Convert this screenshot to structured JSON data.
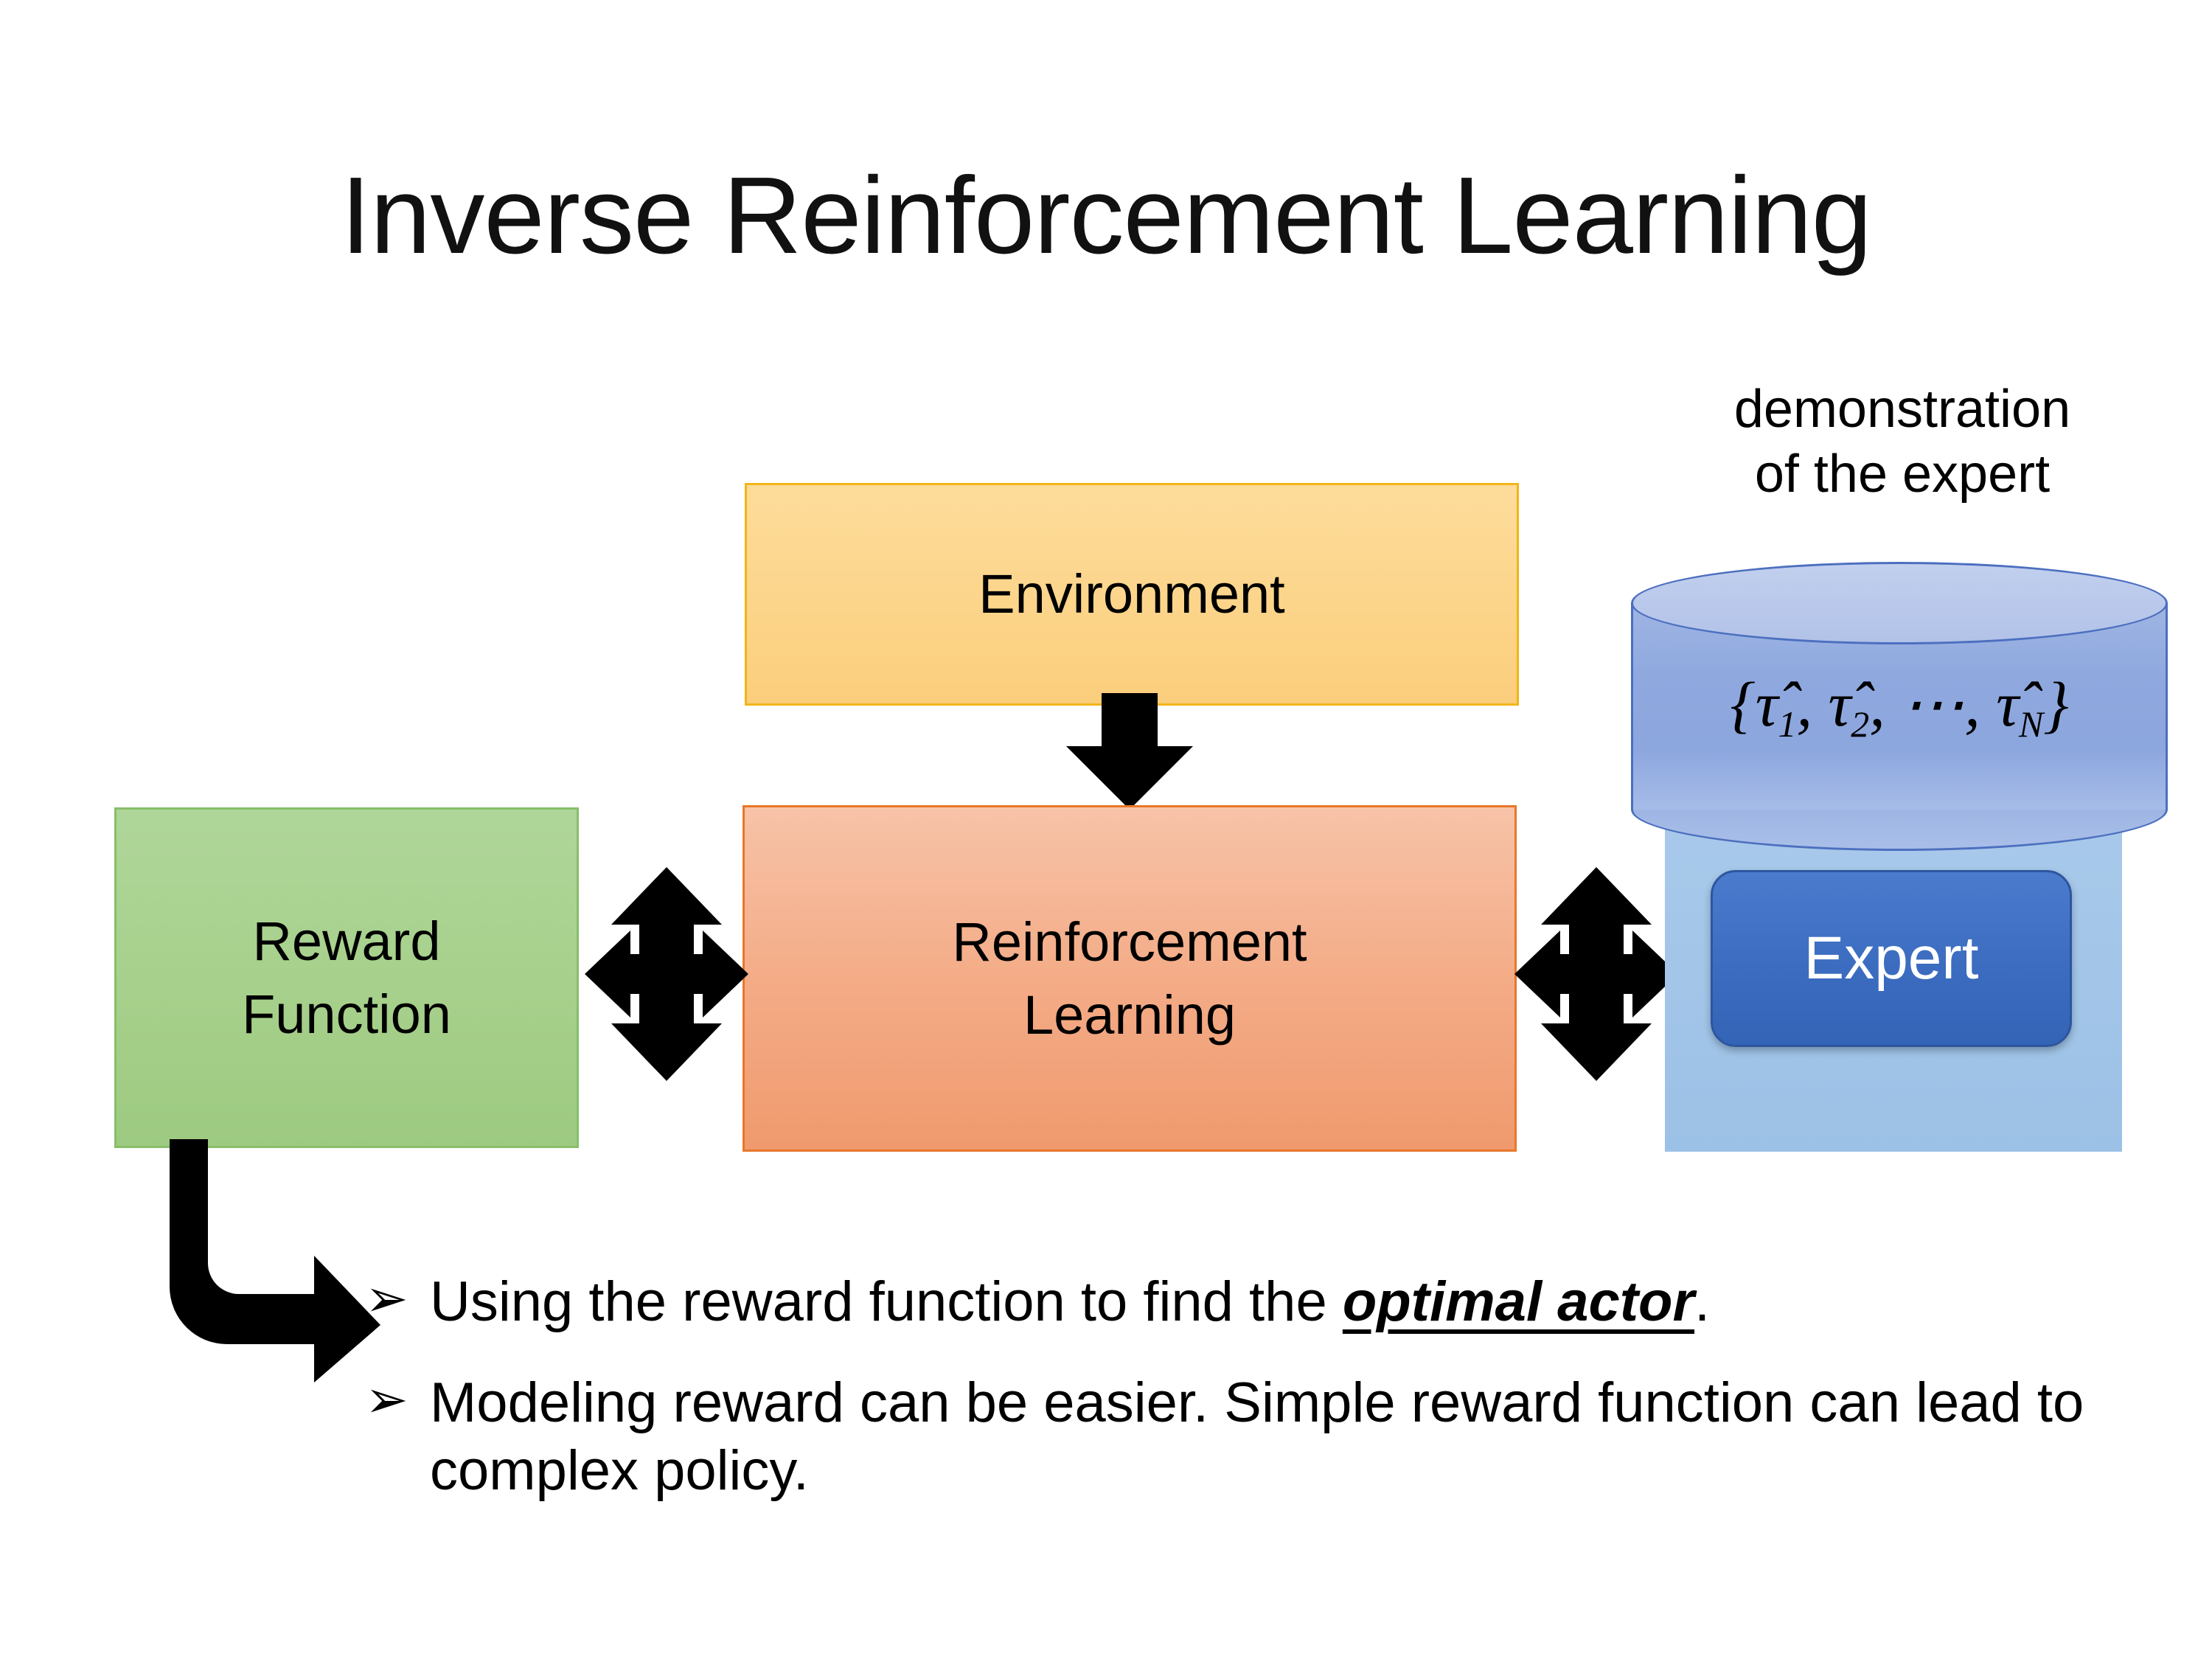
{
  "slide": {
    "title": "Inverse Reinforcement Learning",
    "background_color": "#FFFFFF"
  },
  "diagram": {
    "environment_box": {
      "label": "Environment",
      "fill_color": "#FCD489",
      "border_color": "#F2B417"
    },
    "rl_box": {
      "label_line1": "Reinforcement",
      "label_line2": "Learning",
      "fill_color": "#F4AE8A",
      "border_color": "#E8772B"
    },
    "reward_box": {
      "label_line1": "Reward",
      "label_line2": "Function",
      "fill_color": "#A6D08B",
      "border_color": "#87BE6A"
    },
    "demonstration_caption": {
      "line1": "demonstration",
      "line2": "of the expert"
    },
    "cylinder": {
      "formula_open": "{",
      "formula_tau1": "τ̂",
      "formula_sub1": "1",
      "formula_sep1": ", ",
      "formula_tau2": "τ̂",
      "formula_sub2": "2",
      "formula_sep2": ", ⋯, ",
      "formula_tauN": "τ̂",
      "formula_subN": "N",
      "formula_close": "}",
      "formula_plain": "{τ̂1, τ̂2, ⋯, τ̂N}",
      "fill_color": "#8FA9DF",
      "top_color": "#B2C2E8",
      "border_color": "#4C6FBF"
    },
    "expert_panel": {
      "fill_color": "#9CC1E6"
    },
    "expert_button": {
      "label": "Expert",
      "fill_color": "#3B6CC0",
      "text_color": "#FFFFFF"
    },
    "arrows": [
      {
        "name": "environment-to-rl",
        "kind": "down-arrow",
        "color": "#000000"
      },
      {
        "name": "reward-rl-bidirectional",
        "kind": "four-way-arrow",
        "color": "#000000"
      },
      {
        "name": "rl-expert-bidirectional",
        "kind": "four-way-arrow",
        "color": "#000000"
      },
      {
        "name": "reward-to-bullet",
        "kind": "bent-arrow",
        "color": "#000000"
      }
    ]
  },
  "bullets": {
    "marker": "➢",
    "items": [
      {
        "prefix": "Using the reward function to find the ",
        "emphasis": "optimal actor",
        "suffix": "."
      },
      {
        "prefix": "Modeling reward can be easier. Simple reward function can lead to complex policy.",
        "emphasis": "",
        "suffix": ""
      }
    ]
  }
}
